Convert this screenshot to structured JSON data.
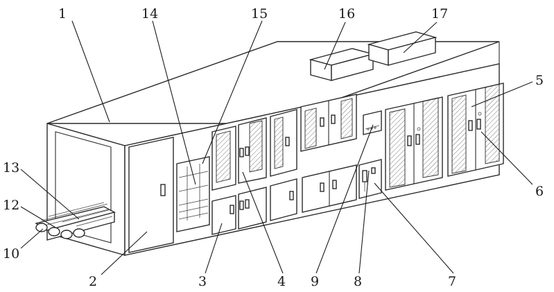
{
  "figure": {
    "callouts": [
      {
        "id": "c1",
        "label": "1"
      },
      {
        "id": "c14",
        "label": "14"
      },
      {
        "id": "c15",
        "label": "15"
      },
      {
        "id": "c16",
        "label": "16"
      },
      {
        "id": "c17",
        "label": "17"
      },
      {
        "id": "c5",
        "label": "5"
      },
      {
        "id": "c6",
        "label": "6"
      },
      {
        "id": "c13",
        "label": "13"
      },
      {
        "id": "c12",
        "label": "12"
      },
      {
        "id": "c10",
        "label": "10"
      },
      {
        "id": "c2",
        "label": "2"
      },
      {
        "id": "c3",
        "label": "3"
      },
      {
        "id": "c4",
        "label": "4"
      },
      {
        "id": "c9",
        "label": "9"
      },
      {
        "id": "c8",
        "label": "8"
      },
      {
        "id": "c7",
        "label": "7"
      }
    ],
    "colors": {
      "line": "#2a2a2a",
      "background": "#ffffff"
    }
  }
}
